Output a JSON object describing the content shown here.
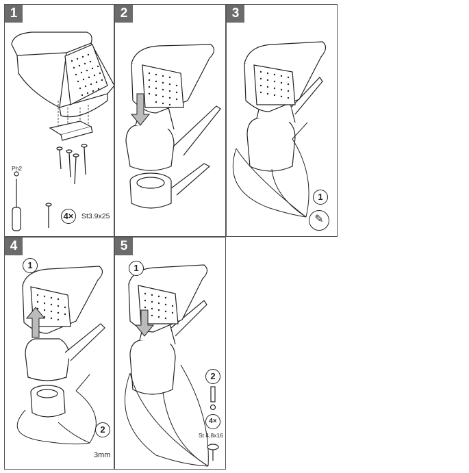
{
  "steps": [
    {
      "number": "1",
      "screw_count": "4×",
      "screw_spec": "St3.9x25",
      "tool": "Ph2"
    },
    {
      "number": "2"
    },
    {
      "number": "3",
      "sub_step": "1"
    },
    {
      "number": "4",
      "sub_step_a": "1",
      "sub_step_b": "2",
      "drill": "3mm"
    },
    {
      "number": "5",
      "sub_step_a": "1",
      "sub_step_b": "2",
      "screw_count": "4×",
      "screw_spec": "St 4,8x16"
    }
  ],
  "colors": {
    "badge": "#6b6b6b",
    "line": "#222222",
    "border": "#555555"
  }
}
